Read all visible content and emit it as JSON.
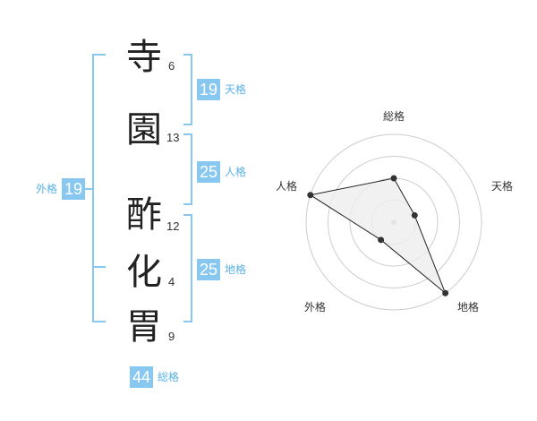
{
  "name": {
    "chars": [
      {
        "char": "寺",
        "strokes": "6"
      },
      {
        "char": "園",
        "strokes": "13"
      },
      {
        "char": "酢",
        "strokes": "12"
      },
      {
        "char": "化",
        "strokes": "4"
      },
      {
        "char": "胃",
        "strokes": "9"
      }
    ]
  },
  "fortune": {
    "tenkaku": {
      "value": "19",
      "label": "天格"
    },
    "jinkaku": {
      "value": "25",
      "label": "人格"
    },
    "chikaku": {
      "value": "25",
      "label": "地格"
    },
    "gaikaku": {
      "value": "19",
      "label": "外格"
    },
    "soukaku": {
      "value": "44",
      "label": "総格"
    }
  },
  "radar": {
    "axes": [
      "総格",
      "天格",
      "地格",
      "外格",
      "人格"
    ],
    "levels": 4,
    "values": [
      2,
      1,
      4,
      1,
      4
    ],
    "fill": "#eeeeee",
    "line": "#222222",
    "ring": "#cccccc"
  },
  "colors": {
    "accent": "#88c8f0",
    "accent_text": "#5ab1e6",
    "bracket": "#88c8f0"
  }
}
